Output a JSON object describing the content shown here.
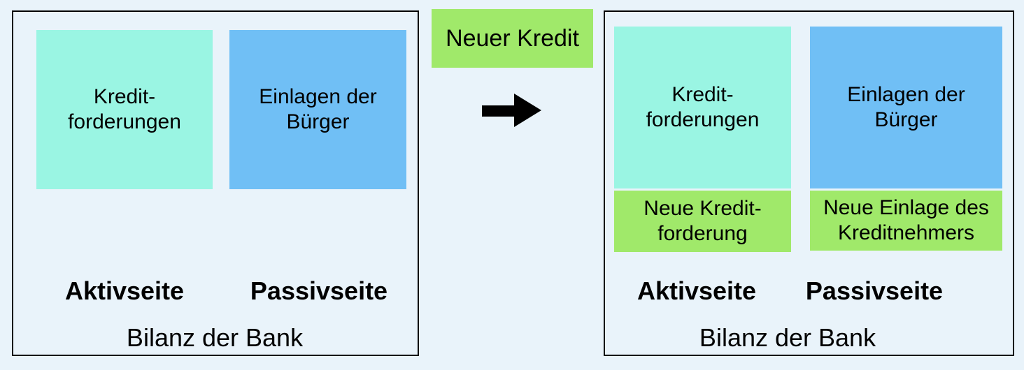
{
  "colors": {
    "background": "#e9f3fa",
    "panel_border": "#000000",
    "asset_box": "#9af5e3",
    "liability_box": "#70bff5",
    "new_item_box": "#a0e96a",
    "text": "#000000",
    "arrow": "#000000"
  },
  "before_panel": {
    "assets_box": "Kredit-\nforderungen",
    "liabilities_box": "Einlagen der\nBürger",
    "assets_label": "Aktivseite",
    "liabilities_label": "Passivseite",
    "caption": "Bilanz der Bank"
  },
  "transition": {
    "new_credit_label": "Neuer Kredit",
    "arrow_icon": "arrow-right"
  },
  "after_panel": {
    "assets_box": "Kredit-\nforderungen",
    "new_asset_box": "Neue Kredit-\nforderung",
    "liabilities_box": "Einlagen der\nBürger",
    "new_liability_box": "Neue Einlage des\nKreditnehmers",
    "assets_label": "Aktivseite",
    "liabilities_label": "Passivseite",
    "caption": "Bilanz der Bank"
  }
}
